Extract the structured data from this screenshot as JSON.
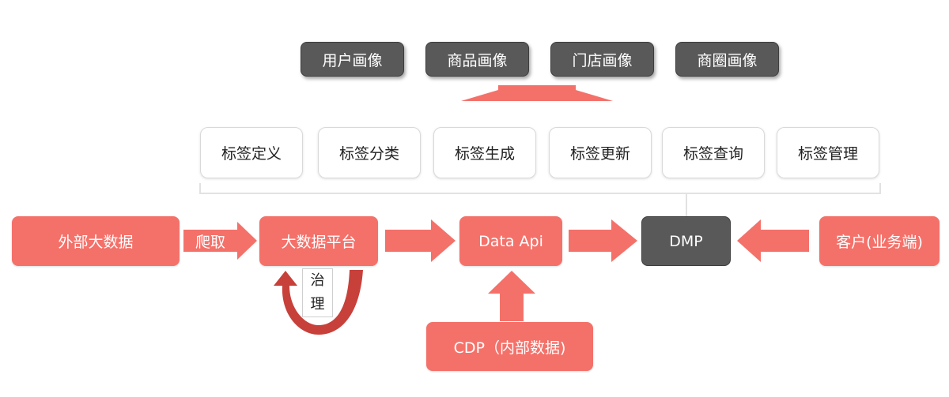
{
  "profiles": [
    "用户画像",
    "商品画像",
    "门店画像",
    "商圈画像"
  ],
  "tags": [
    "标签定义",
    "标签分类",
    "标签生成",
    "标签更新",
    "标签查询",
    "标签管理"
  ],
  "nodes": {
    "external_data": "外部大数据",
    "crawl": "爬取",
    "big_data_platform": "大数据平台",
    "governance_1": "治",
    "governance_2": "理",
    "data_api": "Data Api",
    "dmp": "DMP",
    "customer": "客户(业务端)",
    "cdp": "CDP（内部数据)"
  },
  "colors": {
    "accent_red": "#f4716a",
    "dark_grey": "#595959",
    "loop_red": "#c8403a"
  }
}
